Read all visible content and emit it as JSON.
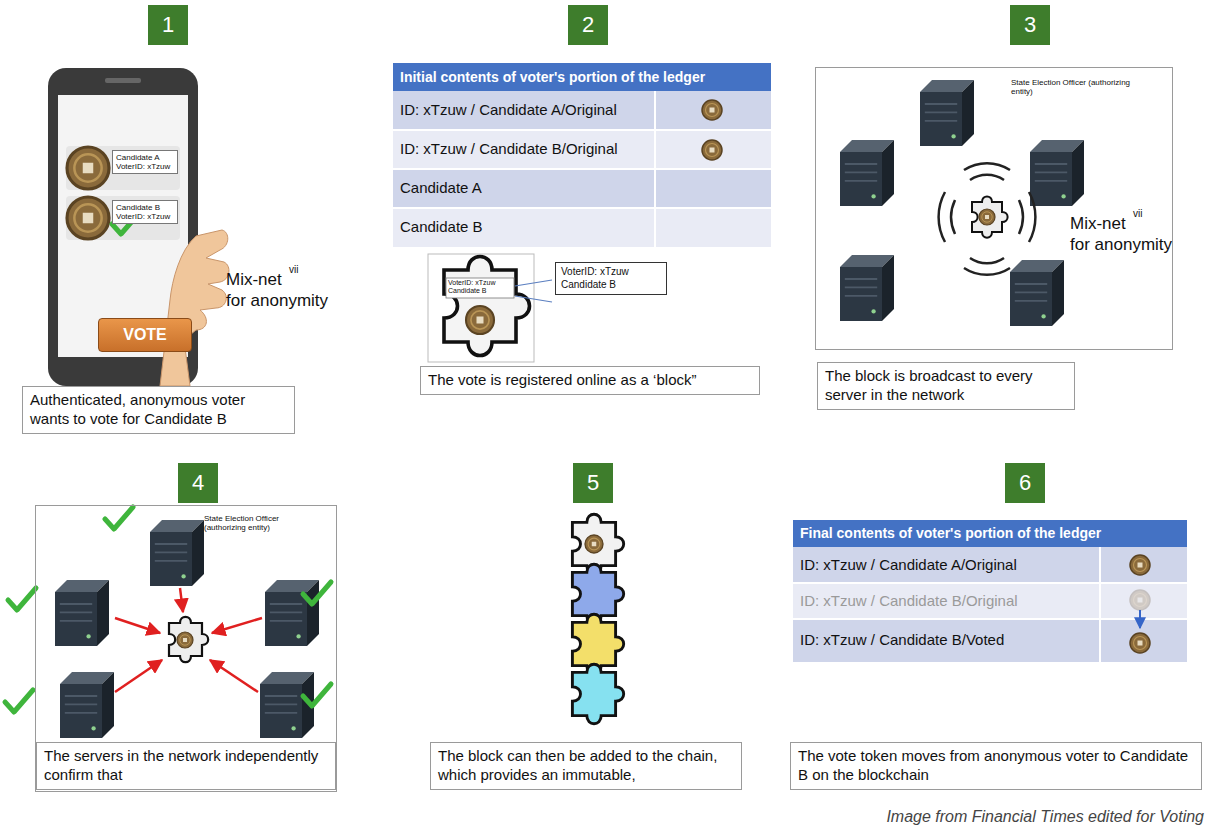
{
  "diagram": {
    "nodes": [
      {
        "text": [
          "1"
        ]
      },
      {
        "text": [
          "2"
        ]
      },
      {
        "text": [
          "3"
        ]
      },
      {
        "text": [
          "Candidate A VoterID: xTzuw"
        ]
      },
      {
        "text": [
          "Candidate B VoterID: xTzuw"
        ]
      },
      {
        "text": [
          "VOTE"
        ]
      },
      {
        "text": [
          "Authenticated, anonymous voter wants to vote for Candidate B"
        ]
      },
      {
        "text": [
          "VoterID: xTzuw Candidate B"
        ]
      },
      {
        "text": [
          "The vote is registered online as a ‘block”"
        ]
      },
      {
        "text": [
          "State Election Officer (authorizing entity)"
        ]
      },
      {
        "text": [
          "The block is broadcast to every server in the network"
        ]
      },
      {
        "text": [
          "4"
        ]
      },
      {
        "text": [
          "5"
        ]
      },
      {
        "text": [
          "6"
        ]
      },
      {
        "text": [
          "State Election Officer (authorizing entity)"
        ]
      },
      {
        "text": [
          "The servers in the network independently confirm that"
        ],
        "in": 14
      },
      {
        "text": [
          "The block can then be added to the chain, which provides an immutable,"
        ]
      },
      {
        "text": [
          "The vote token moves from anonymous voter to Candidate B on the blockchain"
        ]
      }
    ],
    "labels": [
      "Mix-net",
      "vii",
      "for anonymity",
      "Initial contents of voter's portion of the ledger",
      "ID: xTzuw / Candidate A/Original",
      "ID: xTzuw / Candidate B/Original",
      "Candidate A",
      "Candidate B",
      "VoterID: xTzuw Candidate B",
      "Mix-net",
      "vii",
      "for anonymity",
      "Final contents of voter's portion of the ledger",
      "ID: xTzuw / Candidate A/Original",
      "ID: xTzuw / Candidate B/Original",
      "ID: xTzuw / Candidate B/Voted",
      "Image from Financial Times edited for Voting"
    ]
  }
}
